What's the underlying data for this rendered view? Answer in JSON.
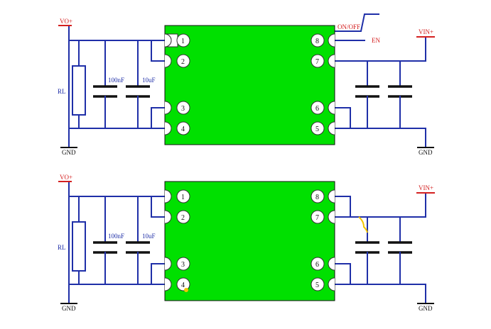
{
  "labels": {
    "vo_plus": "VO+",
    "vin_plus": "VIN+",
    "gnd": "GND",
    "rl": "RL",
    "cap_100nf": "100nF",
    "cap_10uf": "10uF",
    "on_off": "ON/OFF",
    "en": "EN"
  },
  "pins": {
    "p1": "1",
    "p2": "2",
    "p3": "3",
    "p4": "4",
    "p5": "5",
    "p6": "6",
    "p7": "7",
    "p8": "8"
  },
  "colors": {
    "wire": "#1f2fa8",
    "supply": "#d42020",
    "chip": "#00e000"
  }
}
